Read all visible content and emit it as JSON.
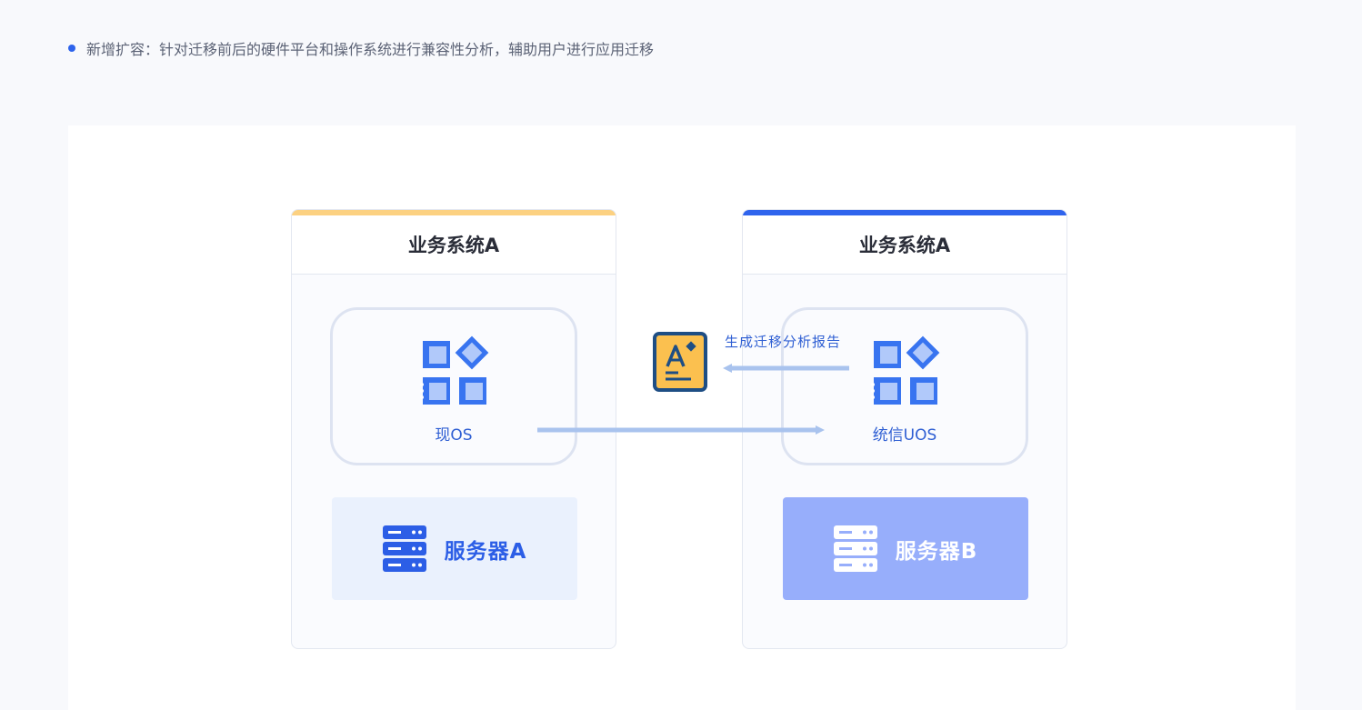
{
  "bullet": {
    "text": "新增扩容：针对迁移前后的硬件平台和操作系统进行兼容性分析，辅助用户进行应用迁移"
  },
  "diagram": {
    "left_system": {
      "title": "业务系统A",
      "os_label": "现OS",
      "server_label": "服务器A",
      "accent_color": "#fcd181"
    },
    "right_system": {
      "title": "业务系统A",
      "os_label": "统信UOS",
      "server_label": "服务器B",
      "accent_color": "#2f64ed"
    },
    "report_label": "生成迁移分析报告",
    "icons": {
      "os": "apps-grid-icon",
      "server": "server-rack-icon",
      "report": "report-document-icon"
    },
    "colors": {
      "primary": "#2f64ed",
      "arrow": "#a9c3ee",
      "report_bg": "#fbc04f",
      "report_border": "#1e4e84"
    }
  }
}
